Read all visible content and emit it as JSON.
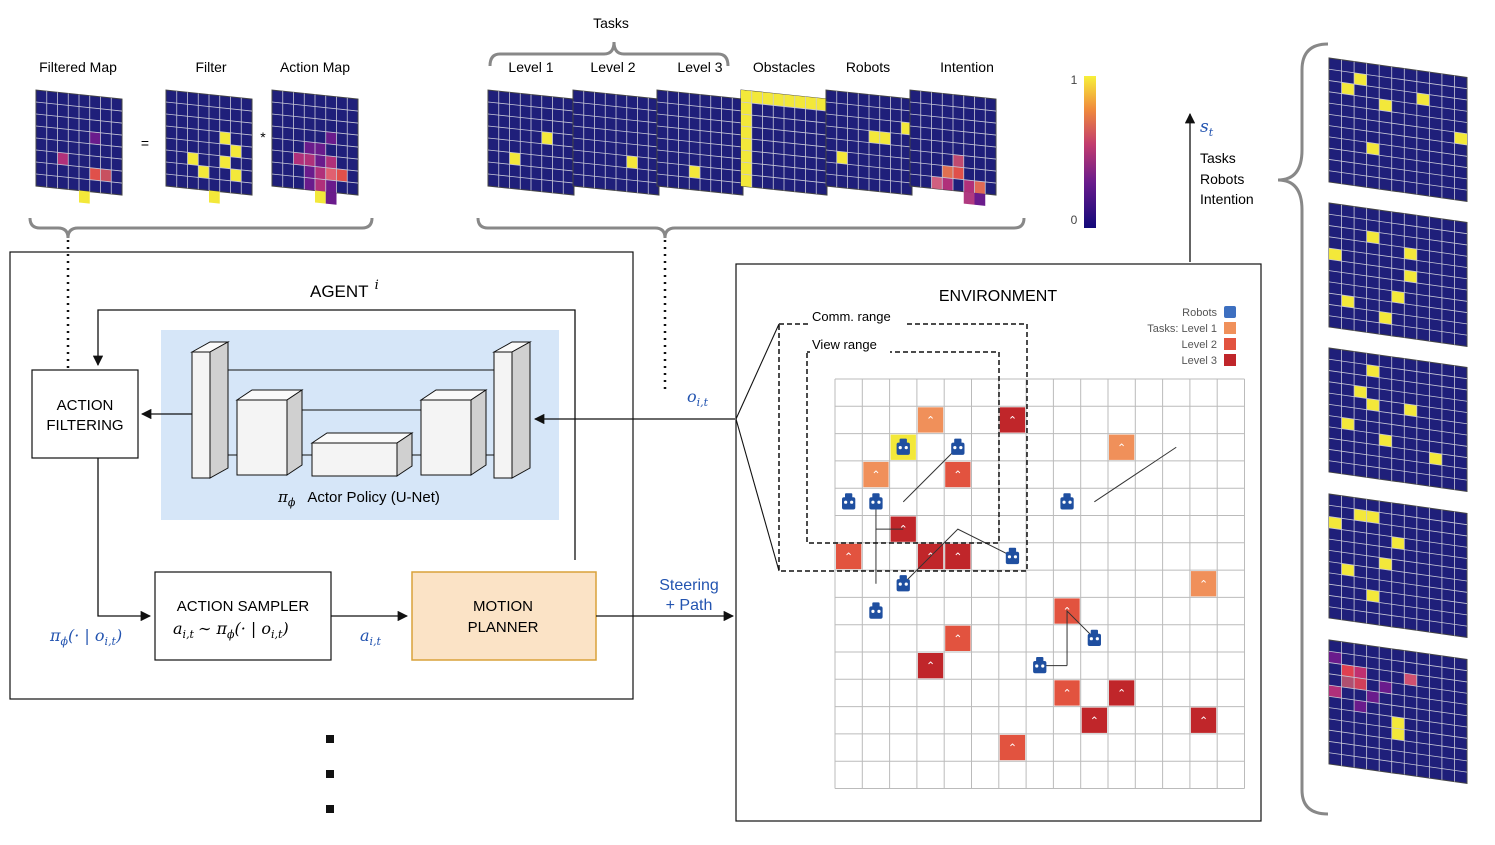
{
  "header": {
    "filtered_map": "Filtered Map",
    "filter": "Filter",
    "action_map": "Action Map",
    "equals": "=",
    "times": "*",
    "tasks": "Tasks",
    "level1": "Level 1",
    "level2": "Level 2",
    "level3": "Level 3",
    "obstacles": "Obstacles",
    "robots": "Robots",
    "intention": "Intention"
  },
  "colorbar": {
    "max": "1",
    "min": "0"
  },
  "state": {
    "symbol": "s",
    "subscript": "t",
    "items": [
      "Tasks",
      "Robots",
      "Intention"
    ]
  },
  "agent": {
    "title": "AGENT",
    "superscript": "i",
    "action_filtering_line1": "ACTION",
    "action_filtering_line2": "FILTERING",
    "policy_symbol": "π",
    "policy_subscript": "ϕ",
    "policy_label": "Actor Policy (U-Net)",
    "sampler_title": "ACTION SAMPLER",
    "sampler_formula": "a",
    "sampler_formula_sub": "i,t",
    "sampler_formula_rest": "∼ π",
    "sampler_formula_rest_sub": "ϕ",
    "sampler_formula_tail": "(· | o",
    "sampler_formula_tail_sub": "i,t",
    "sampler_formula_end": ")",
    "pi_label": "π",
    "pi_label_sub": "ϕ",
    "pi_label_rest": "(· | o",
    "pi_label_rest_sub": "i,t",
    "pi_label_end": ")",
    "a_label": "a",
    "a_label_sub": "i,t",
    "motion_line1": "MOTION",
    "motion_line2": "PLANNER"
  },
  "observation": {
    "symbol": "o",
    "subscript": "i,t"
  },
  "steering": {
    "line1": "Steering",
    "line2": "+ Path"
  },
  "environment": {
    "title": "ENVIRONMENT",
    "comm_range": "Comm. range",
    "view_range": "View range",
    "legend_robots": "Robots",
    "legend_tasks_level1": "Tasks: Level 1",
    "legend_level2": "Level 2",
    "legend_level3": "Level 3"
  },
  "colors": {
    "grid_bg": "#1f1f7a",
    "grid_line": "#c8c8d8",
    "yellow": "#f3e83a",
    "purple": "#6a1b8c",
    "magenta": "#b0307a",
    "orange_mid": "#e0504a",
    "level1": "#f0905a",
    "level2": "#e2533f",
    "level3": "#c0262a",
    "robot": "#1f4fa0",
    "accent_blue": "#2354b0",
    "policy_bg": "#d6e6f8",
    "motion_bg": "#fbe3c6",
    "motion_border": "#d9a23a"
  }
}
